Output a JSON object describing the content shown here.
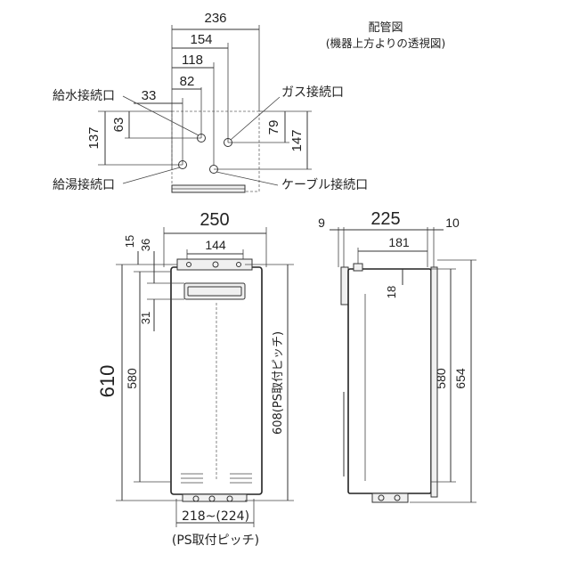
{
  "piping": {
    "title": "配管図",
    "subtitle": "(機器上方よりの透視図)",
    "dims": {
      "d236": "236",
      "d154": "154",
      "d118": "118",
      "d82": "82",
      "d33": "33",
      "d63": "63",
      "d137": "137",
      "d79": "79",
      "d147": "147"
    },
    "labels": {
      "water_in": "給水接続口",
      "hot_out": "給湯接続口",
      "gas": "ガス接続口",
      "cable": "ケーブル接続口"
    }
  },
  "front": {
    "dims": {
      "width": "250",
      "d144": "144",
      "d15": "15",
      "d36": "36",
      "d31": "31",
      "height": "610",
      "d580": "580",
      "ps_pitch": "608(PS取付ピッチ)",
      "bottom_pitch": "218~(224)",
      "bottom_note": "(PS取付ピッチ)"
    }
  },
  "side": {
    "dims": {
      "d9": "9",
      "depth": "225",
      "d10": "10",
      "d181": "181",
      "d18": "18",
      "d580": "580",
      "d654": "654"
    }
  }
}
